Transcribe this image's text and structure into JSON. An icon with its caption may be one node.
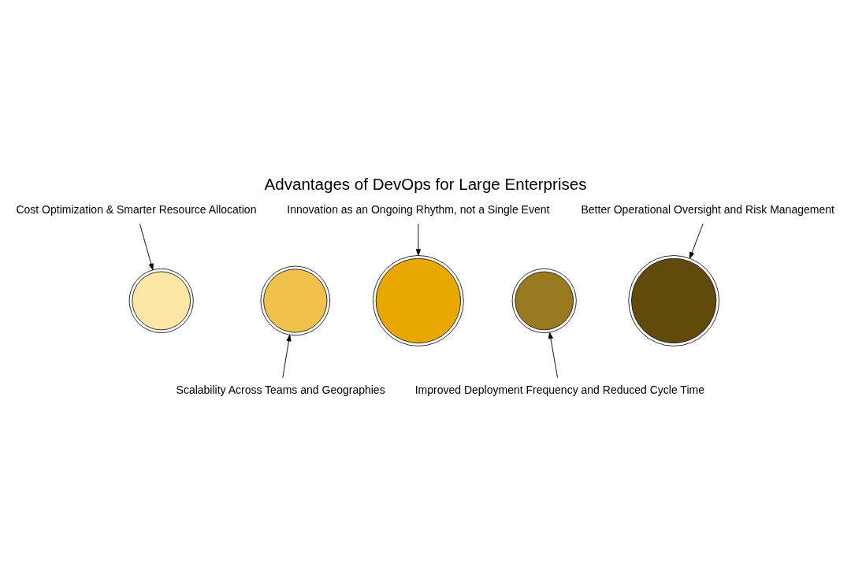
{
  "diagram": {
    "title": "Advantages of DevOps for Large Enterprises",
    "nodes": [
      {
        "text": [
          "Cost Optimization & Smarter Resource Allocation"
        ]
      },
      {
        "text": [
          "Innovation as an Ongoing Rhythm, not a Single Event"
        ]
      },
      {
        "text": [
          "Better Operational Oversight and Risk Management"
        ]
      },
      {
        "text": [],
        "shape": "gear"
      },
      {
        "text": [],
        "shape": "gear"
      },
      {
        "text": [],
        "shape": "gear"
      },
      {
        "text": [],
        "shape": "gear"
      },
      {
        "text": [],
        "shape": "gear"
      },
      {
        "text": [
          "Scalability Across Teams and Geographies"
        ]
      },
      {
        "text": [
          "Improved Deployment Frequency and Reduced Cycle Time"
        ]
      }
    ],
    "edges": [
      {
        "from": 0,
        "to": 3,
        "arrow": "to"
      },
      {
        "from": 1,
        "to": 5,
        "arrow": "to"
      },
      {
        "from": 2,
        "to": 7,
        "arrow": "to"
      },
      {
        "from": 8,
        "to": 4,
        "arrow": "to"
      },
      {
        "from": 9,
        "to": 6,
        "arrow": "to"
      }
    ]
  }
}
